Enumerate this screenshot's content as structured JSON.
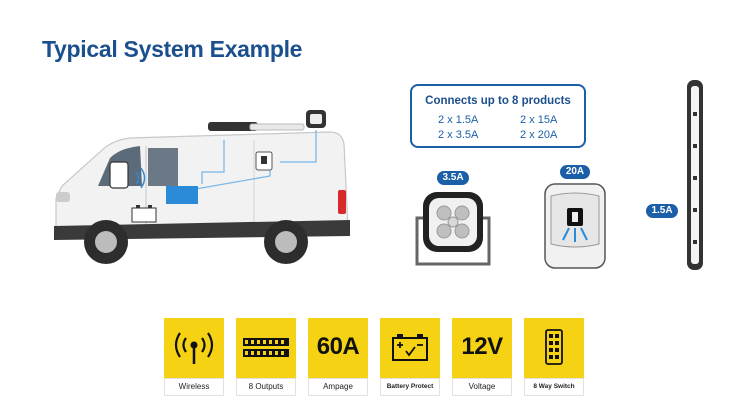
{
  "header": {
    "title": "Typical System Example"
  },
  "info_box": {
    "title": "Connects up to 8 products",
    "rows": [
      {
        "left": "2 x 1.5A",
        "right": "2 x 15A"
      },
      {
        "left": "2 x 3.5A",
        "right": "2 x 20A"
      }
    ]
  },
  "products": [
    {
      "name": "square-work-light",
      "badge": "3.5A"
    },
    {
      "name": "floodlight-fixture",
      "badge": "20A"
    },
    {
      "name": "led-light-bar",
      "badge": "1.5A"
    }
  ],
  "features": [
    {
      "label": "Wireless",
      "icon": "wireless-icon"
    },
    {
      "label": "8 Outputs",
      "icon": "outputs-icon"
    },
    {
      "label": "Ampage",
      "value": "60A"
    },
    {
      "label": "Battery Protect",
      "icon": "battery-icon"
    },
    {
      "label": "Voltage",
      "value": "12V"
    },
    {
      "label": "8 Way Switch",
      "icon": "switch-panel-icon"
    }
  ],
  "colors": {
    "brand_blue": "#1b5fa8",
    "feature_yellow": "#f5d214",
    "title_blue": "#1b4f8e"
  }
}
